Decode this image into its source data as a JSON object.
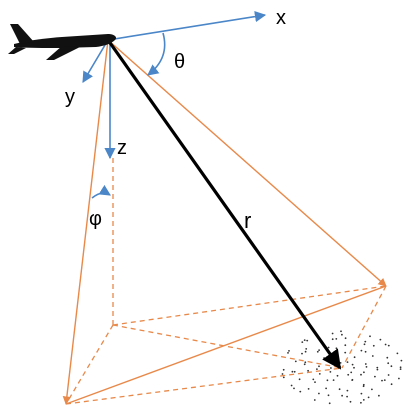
{
  "labels": {
    "x": "x",
    "y": "y",
    "z": "z",
    "r": "r",
    "theta": "θ",
    "phi": "φ"
  },
  "colors": {
    "axes": "#4a86c8",
    "projection": "#e8894a",
    "vector": "#000000",
    "aircraft": "#111111",
    "text": "#000000"
  },
  "icons": {
    "aircraft": "airplane-silhouette",
    "target": "dotted-scatter-pattern"
  }
}
